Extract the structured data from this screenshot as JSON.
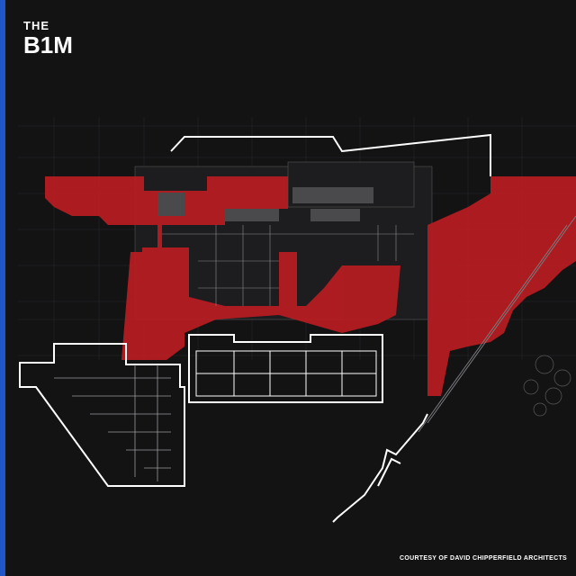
{
  "brand": {
    "top": "THE",
    "main": "B1M",
    "accent_color": "#1f57c8"
  },
  "credit": "COURTESY OF DAVID CHIPPERFIELD ARCHITECTS",
  "colors": {
    "background": "#131314",
    "highlight": "#b81c22",
    "linework": "#ffffff",
    "grid": "#3a3a3c"
  }
}
